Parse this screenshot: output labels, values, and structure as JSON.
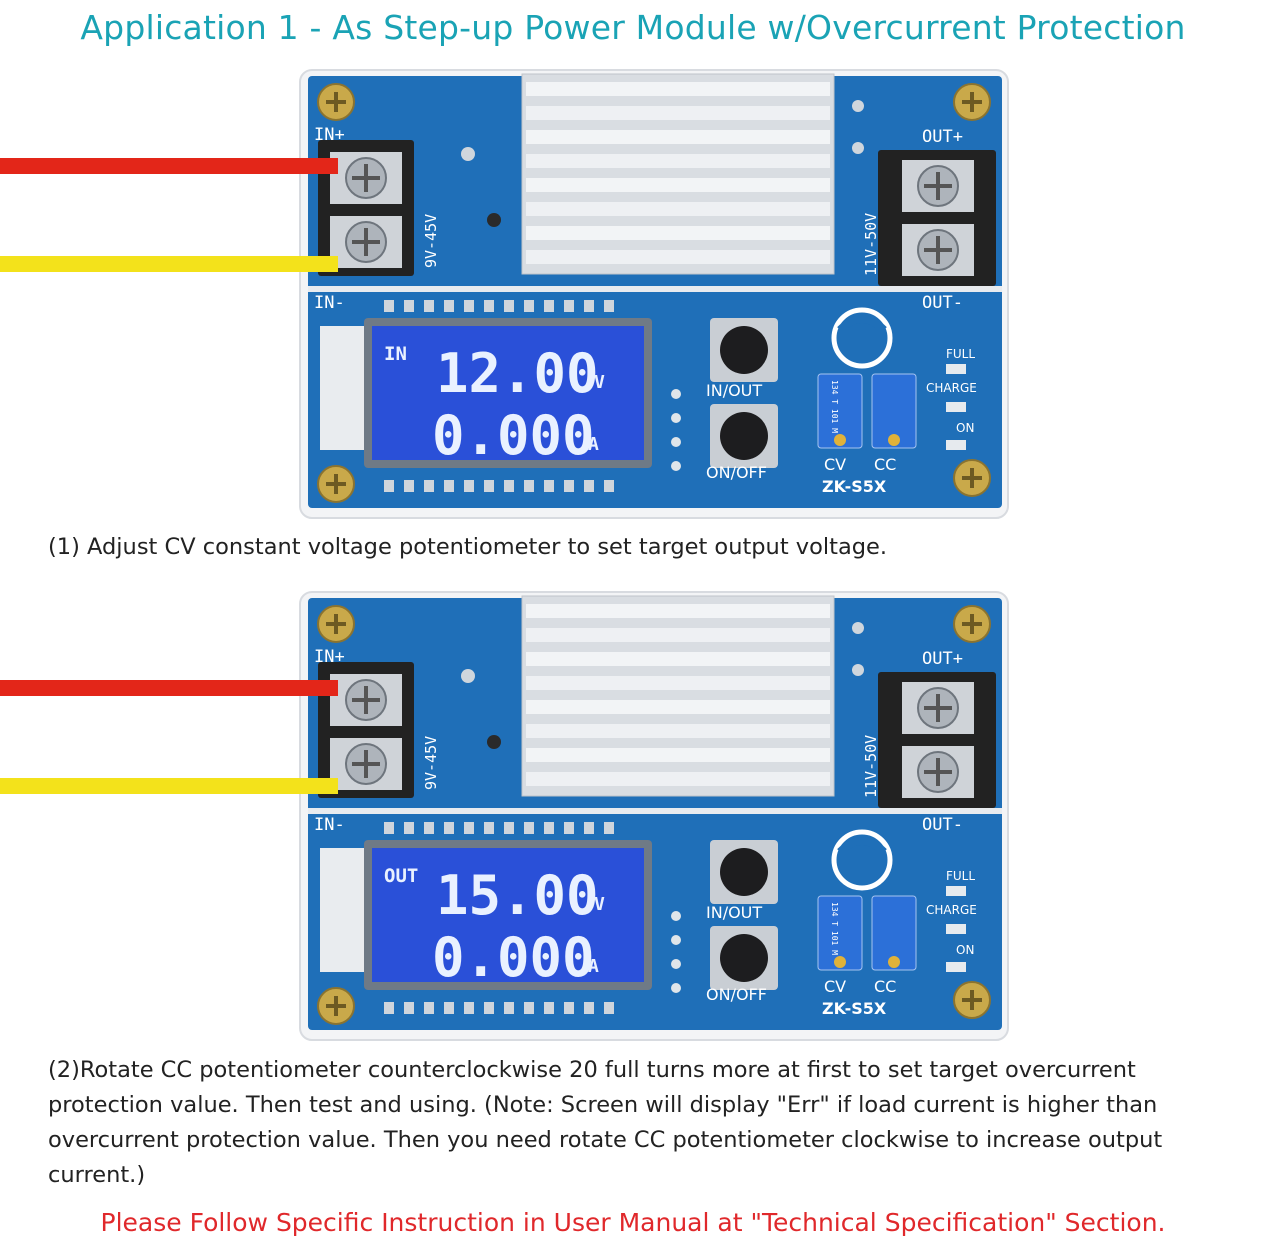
{
  "title": "Application 1 - As Step-up Power Module w/Overcurrent Protection",
  "modules": [
    {
      "lcd_mode": "IN",
      "lcd_voltage": "12.00",
      "lcd_current": "0.000",
      "unit_v": "V",
      "unit_a": "A"
    },
    {
      "lcd_mode": "OUT",
      "lcd_voltage": "15.00",
      "lcd_current": "0.000",
      "unit_v": "V",
      "unit_a": "A"
    }
  ],
  "board": {
    "in_plus": "IN+",
    "in_minus": "IN-",
    "out_plus": "OUT+",
    "out_minus": "OUT-",
    "in_range": "9V-45V",
    "out_range": "11V-50V",
    "btn_inout": "IN/OUT",
    "btn_onoff": "ON/OFF",
    "led_full": "FULL",
    "led_charge": "CHARGE",
    "led_on": "ON",
    "pot_cv": "CV",
    "pot_cc": "CC",
    "pot_code": "134 T 101 M",
    "model": "ZK-S5X"
  },
  "captions": {
    "step1": "(1) Adjust CV constant voltage potentiometer to set target output voltage.",
    "step2": "(2)Rotate CC potentiometer counterclockwise 20 full turns more at first to set target overcurrent protection value. Then test and using. (Note: Screen will display \"Err\" if load current is higher than overcurrent protection value. Then you need rotate CC potentiometer clockwise to increase output current.)"
  },
  "footer": "Please Follow Specific Instruction in User Manual at \"Technical Specification\" Section.",
  "colors": {
    "title": "#1aa3b5",
    "footer": "#e0282b",
    "pcb": "#1f6fb8",
    "lcd": "#2a50d8",
    "wire_red": "#e32619",
    "wire_yellow": "#f3e21b"
  }
}
